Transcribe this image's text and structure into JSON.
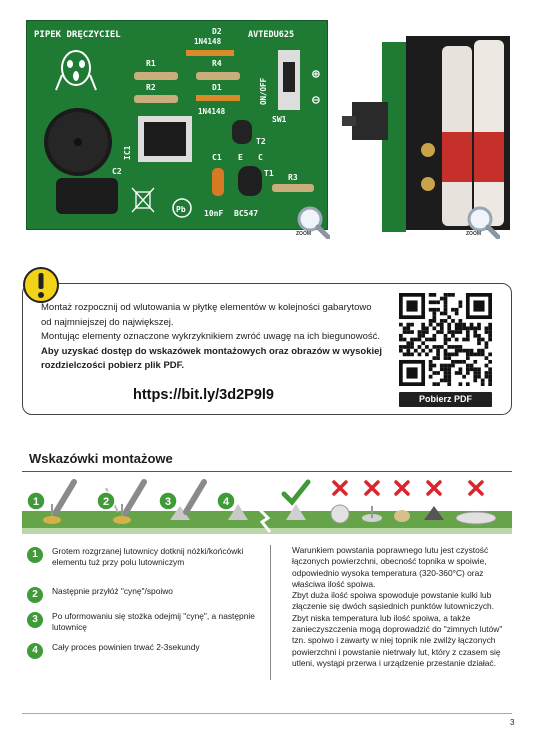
{
  "board_photo": {
    "title": "PIPEK DRĘCZYCIEL",
    "code": "AVTEDU625",
    "labels": {
      "d2": "D2",
      "d2_part": "1N4148",
      "r1": "R1",
      "r4": "R4",
      "r2": "R2",
      "d1": "D1",
      "d1_part": "1N4148",
      "ic1": "IC1",
      "t2": "T2",
      "c2": "C2",
      "c1": "C1",
      "e": "E",
      "c": "C",
      "t1": "T1",
      "r3": "R3",
      "sw1": "SW1",
      "on_off": "ON/OFF",
      "c1_val": "10nF",
      "t_part": "BC547",
      "plus": "⊕",
      "minus": "⊖",
      "pb": "Pb"
    },
    "zoom_label": "ZOOM"
  },
  "battery_photo": {
    "zoom_label": "ZOOM"
  },
  "notice": {
    "line1": "Montaż rozpocznij od wlutowania w płytkę elementów w kolejności gabarytowo",
    "line2": "od najmniejszej do największej.",
    "line3": "Montując elementy oznaczone wykrzyknikiem zwróć uwagę na ich biegunowość.",
    "line4": "Aby uzyskać dostęp do wskazówek montażowych oraz obrazów w wysokiej",
    "line5": "rozdzielczości pobierz plik PDF.",
    "url": "https://bit.ly/3d2P9l9",
    "pdf_button": "Pobierz PDF"
  },
  "section": {
    "title": "Wskazówki montażowe",
    "strip_numbers": [
      "1",
      "2",
      "3",
      "4"
    ],
    "steps": [
      {
        "num": "1",
        "text": "Grotem rozgrzanej lutownicy dotknij nóżki/końcówki elementu tuż przy polu lutowniczym"
      },
      {
        "num": "2",
        "text": "Następnie przyłóż \"cynę\"/spoiwo"
      },
      {
        "num": "3",
        "text": "Po uformowaniu się stożka odejmij \"cynę\", a następnie lutownicę"
      },
      {
        "num": "4",
        "text": "Cały proces powinien trwać 2-3sekundy"
      }
    ],
    "right_paragraphs": [
      "Warunkiem powstania poprawnego lutu jest czystość łączonych powierzchni, obecność topnika w spoiwie, odpowiednio wysoka temperatura  (320-360°C) oraz właściwa ilość spoiwa.",
      "Zbyt duża ilość spoiwa spowoduje powstanie kulki lub złączenie się dwóch sąsiednich punktów lutowniczych.",
      "Zbyt niska temperatura lub ilość spoiwa, a także zanieczyszczenia mogą doprowadzić do \"zimnych lutów\" tzn. spoiwo i zawarty w niej topnik nie zwilży łączonych powierzchni i powstanie nietrwały lut, który z czasem się utleni, wystąpi przerwa i urządzenie przestanie działać."
    ]
  },
  "page_number": "3",
  "colors": {
    "pcb_green": "#1f7a33",
    "accent_green": "#3f9a37",
    "red_x": "#d8262c",
    "warning_yellow": "#f3d21a"
  }
}
